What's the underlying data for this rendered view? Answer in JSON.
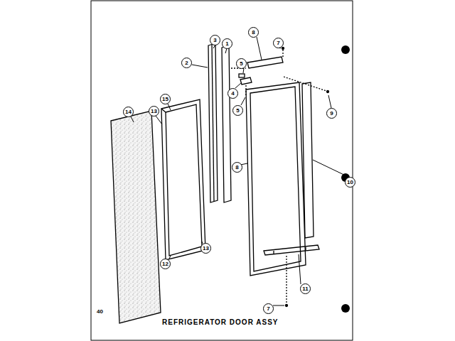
{
  "diagram": {
    "title": "REFRIGERATOR DOOR ASSY",
    "labels": [
      "14",
      "13",
      "15",
      "2",
      "3",
      "1",
      "5",
      "4",
      "5",
      "8",
      "7",
      "9",
      "8",
      "10",
      "13",
      "12",
      "11",
      "7",
      "40"
    ]
  }
}
